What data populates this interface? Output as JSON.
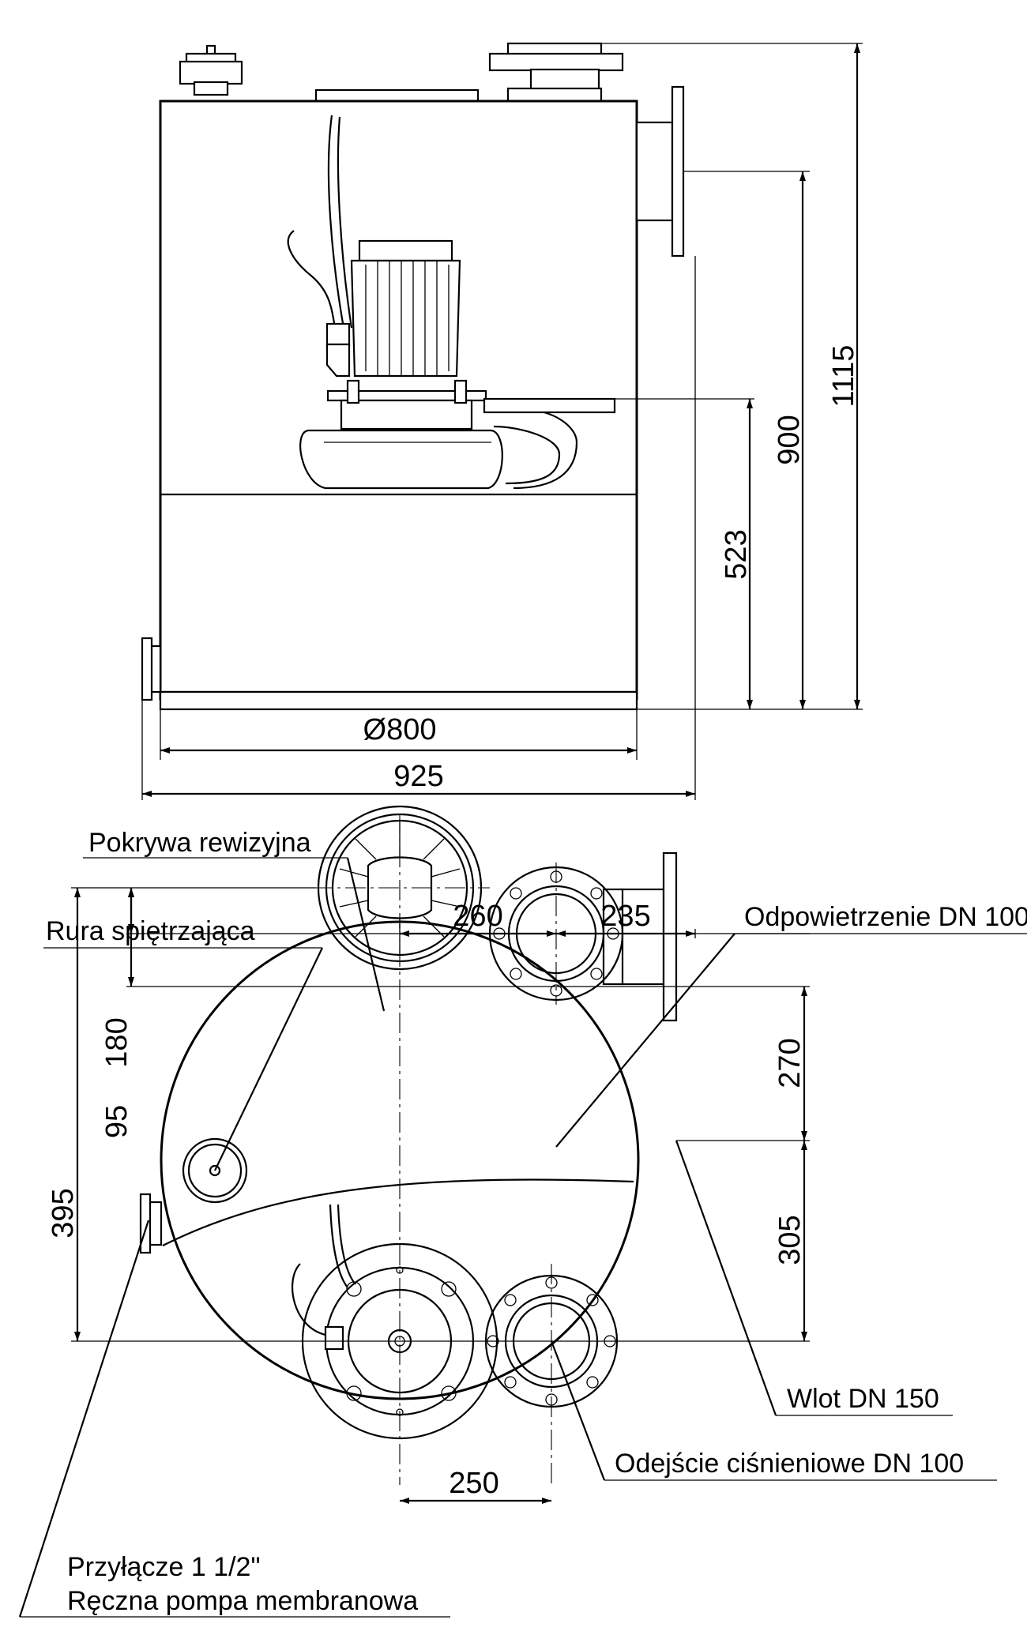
{
  "dimensions": {
    "height_total": "1115",
    "height_inlet": "900",
    "height_outlet": "523",
    "tank_diameter": "Ø800",
    "width_total": "925",
    "offset_260": "260",
    "offset_235": "235",
    "offset_180": "180",
    "offset_95": "95",
    "offset_395": "395",
    "offset_270": "270",
    "offset_305": "305",
    "offset_250": "250"
  },
  "labels": {
    "inspection_cover": "Pokrywa rewizyjna",
    "riser_pipe": "Rura spiętrzająca",
    "vent": "Odpowietrzenie DN 100",
    "inlet": "Wlot DN 150",
    "pressure_outlet": "Odejście ciśnieniowe DN 100",
    "connection_line1": "Przyłącze 1 1/2\"",
    "connection_line2": "Ręczna pompa membranowa"
  }
}
